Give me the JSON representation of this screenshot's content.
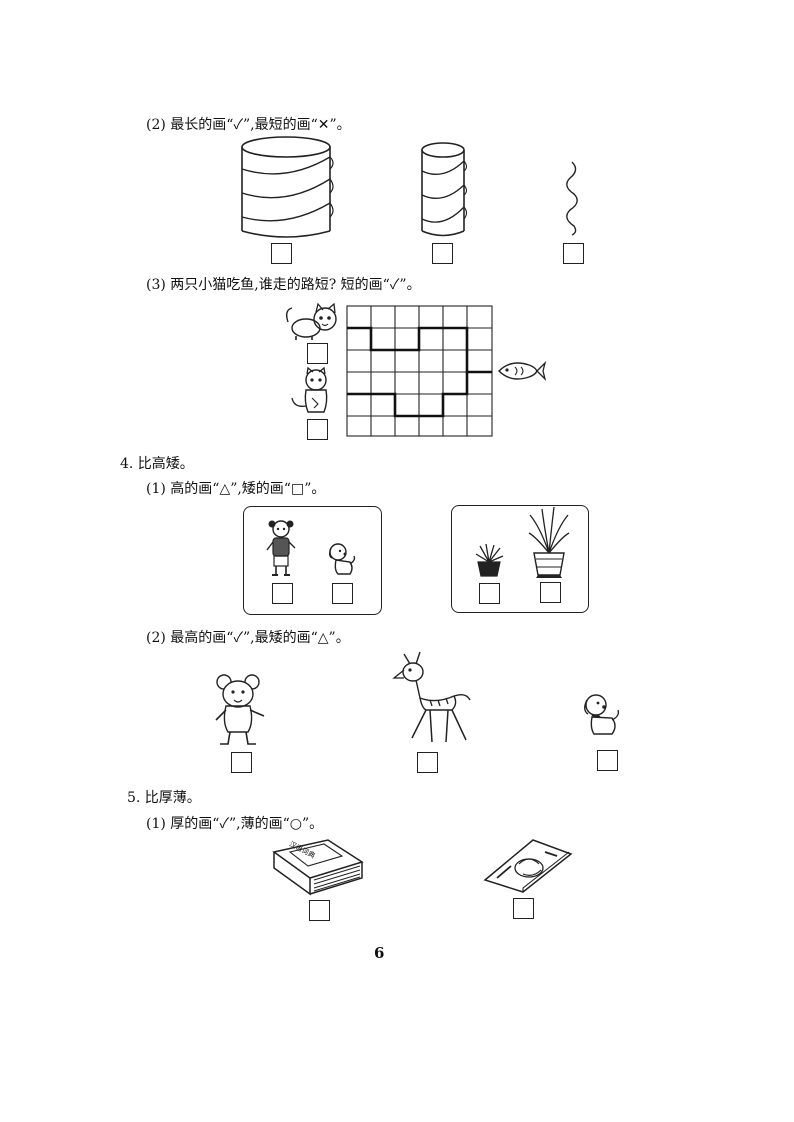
{
  "q3_2": {
    "text": "(2) 最长的画“✓”,最短的画“✕”。"
  },
  "q3_3": {
    "text": "(3) 两只小猫吃鱼,谁走的路短? 短的画“✓”。"
  },
  "q4": {
    "title": "4. 比高矮。",
    "p1": "(1) 高的画“△”,矮的画“□”。",
    "p2": "(2) 最高的画“✓”,最矮的画“△”。"
  },
  "q5": {
    "title": "5. 比厚薄。",
    "p1": "(1) 厚的画“✓”,薄的画“○”。",
    "book_cover": "汉语词典"
  },
  "page_number": "6"
}
